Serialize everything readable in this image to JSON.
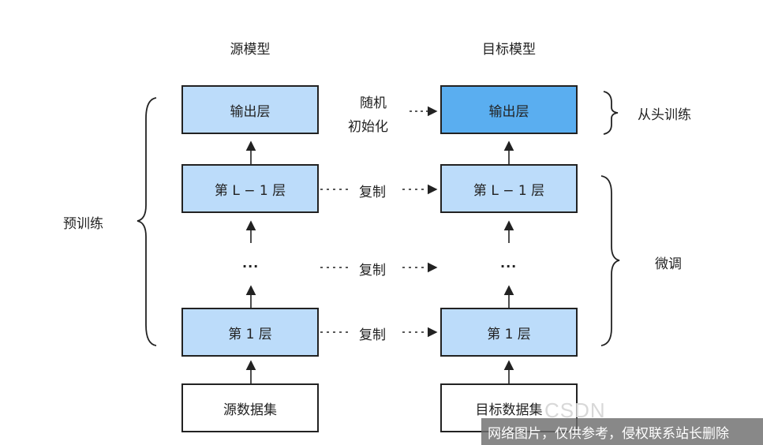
{
  "source_model": {
    "title": "源模型",
    "output_layer": "输出层",
    "layer_l_minus_1": "第 L − 1 层",
    "ellipsis": "···",
    "layer_1": "第 1 层",
    "dataset": "源数据集"
  },
  "target_model": {
    "title": "目标模型",
    "output_layer": "输出层",
    "layer_l_minus_1": "第 L − 1 层",
    "ellipsis": "···",
    "layer_1": "第 1 层",
    "dataset": "目标数据集"
  },
  "connectors": {
    "random_init_line1": "随机",
    "random_init_line2": "初始化",
    "copy_1": "复制",
    "copy_2": "复制",
    "copy_3": "复制"
  },
  "braces": {
    "pretrain": "预训练",
    "train_from_scratch": "从头训练",
    "finetune": "微调"
  },
  "watermark": {
    "ghost_text": "CSDN",
    "text": "网络图片，仅供参考，侵权联系站长删除"
  },
  "colors": {
    "layer_fill": "#bcdcfa",
    "target_output_fill": "#5aaef0",
    "dataset_fill": "#ffffff",
    "stroke": "#222222"
  }
}
